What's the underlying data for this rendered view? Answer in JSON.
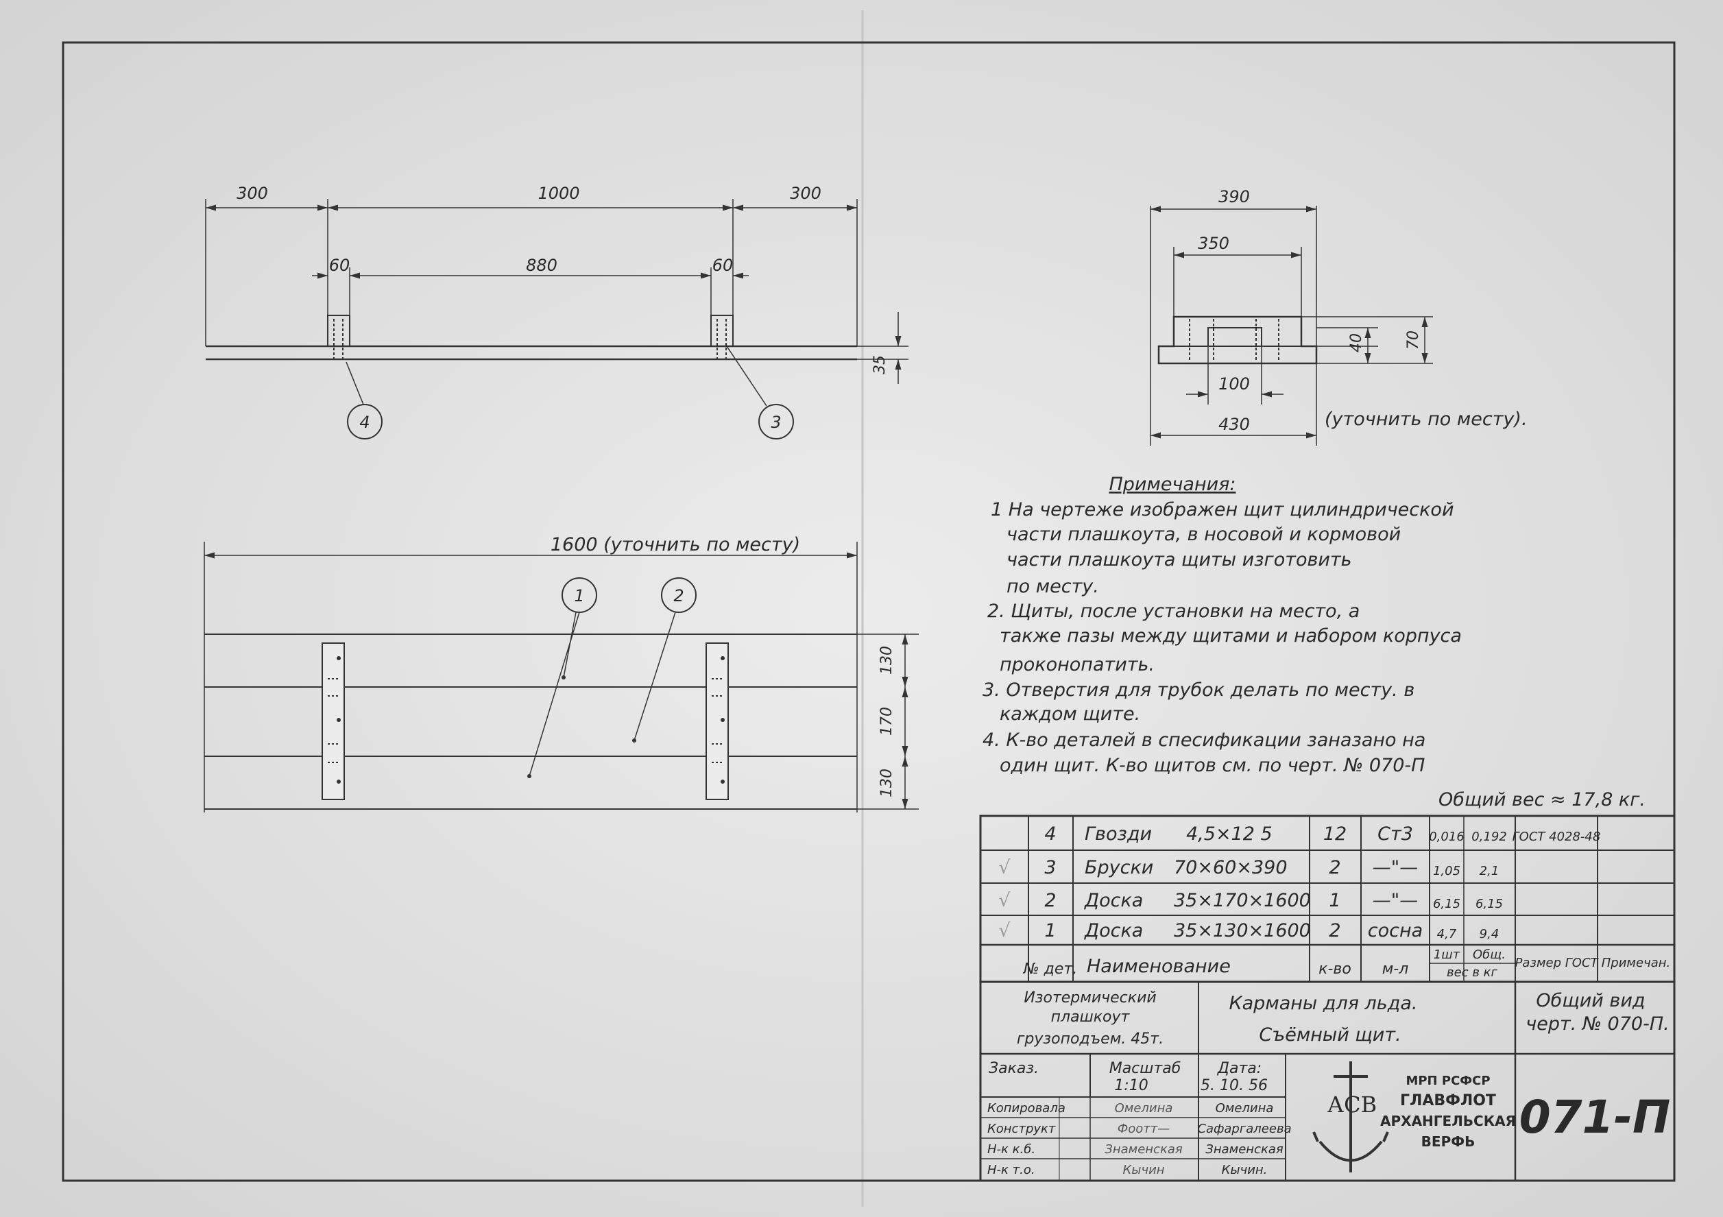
{
  "top_view": {
    "dims_top": [
      "300",
      "1000",
      "300"
    ],
    "dims_inner": [
      "60",
      "880",
      "60"
    ],
    "dim_height": "35",
    "callouts": [
      "4",
      "3"
    ]
  },
  "section_view": {
    "dims": [
      "390",
      "350",
      "40",
      "70",
      "100",
      "430"
    ],
    "note": "(уточнить по месту)."
  },
  "plan_view": {
    "dim_length": "1600 (уточнить по месту)",
    "dims_side": [
      "130",
      "170",
      "130"
    ],
    "callouts": [
      "1",
      "2"
    ]
  },
  "notes": {
    "title": "Примечания:",
    "lines": [
      "1  На чертеже  изображен щит  цилиндрической",
      "части  плашкоута,  в носовой  и  кормовой",
      "части  плашкоута  щиты  изготовить",
      "по месту.",
      "2.  Щиты,  после  установки  на   место, а",
      "также  пазы  между  щитами  и набором корпуса",
      "проконопатить.",
      "3.  Отверстия  для трубок  делать  по месту.  в",
      "каждом  щите.",
      "4.   К-во   деталей  в  спесификации  заназано  на",
      "один   щит.   К-во   щитов  см.   по  черт.  № 070-П"
    ],
    "weight": "Общий вес ≈ 17,8 кг."
  },
  "spec_table": {
    "rows": [
      {
        "no": "4",
        "name": "Гвозди",
        "size": "4,5×12 5",
        "qty": "12",
        "mat": "Ст3",
        "w1": "0,016",
        "w2": "0,192",
        "gost": "ГОСТ 4028-48",
        "note": "",
        "check": ""
      },
      {
        "no": "3",
        "name": "Бруски",
        "size": "70×60×390",
        "qty": "2",
        "mat": "—\"—",
        "w1": "1,05",
        "w2": "2,1",
        "gost": "",
        "note": "",
        "check": "√"
      },
      {
        "no": "2",
        "name": "Доска",
        "size": "35×170×1600",
        "qty": "1",
        "mat": "—\"—",
        "w1": "6,15",
        "w2": "6,15",
        "gost": "",
        "note": "",
        "check": "√"
      },
      {
        "no": "1",
        "name": "Доска",
        "size": "35×130×1600",
        "qty": "2",
        "mat": "сосна",
        "w1": "4,7",
        "w2": "9,4",
        "gost": "",
        "note": "",
        "check": "√"
      }
    ],
    "header": {
      "no": "№ дет.",
      "name": "Наименование",
      "qty": "к-во",
      "mat": "м-л",
      "w1": "1шт",
      "w2": "Общ.",
      "w_unit": "вес в кг",
      "gost": "Размер ГОСТ",
      "note": "Примечан."
    }
  },
  "title_block": {
    "product": [
      "Изотермический",
      "плашкоут",
      "грузоподъем. 45т."
    ],
    "title": [
      "Карманы для льда.",
      "Съёмный щит."
    ],
    "general": [
      "Общий вид",
      "черт. № 070-П."
    ],
    "order_label": "Заказ.",
    "scale_label": "Масштаб",
    "scale_value": "1:10",
    "date_label": "Дата:",
    "date_value": "5. 10. 56",
    "people": [
      {
        "role": "Копировала",
        "sign": "Омелина",
        "name": "Омелина"
      },
      {
        "role": "Конструкт",
        "sign": "Фоотт—",
        "name": "Сафаргалеева"
      },
      {
        "role": "Н-к   к.б.",
        "sign": "Знаменская",
        "name": "Знаменская"
      },
      {
        "role": "Н-к   т.о.",
        "sign": "Кычин",
        "name": "Кычин."
      }
    ],
    "org": [
      "МРП РСФСР",
      "ГЛАВФЛОТ",
      "АРХАНГЕЛЬСКАЯ",
      "ВЕРФЬ"
    ],
    "logo_text": "АСВ",
    "drawing_no": "071-П"
  }
}
